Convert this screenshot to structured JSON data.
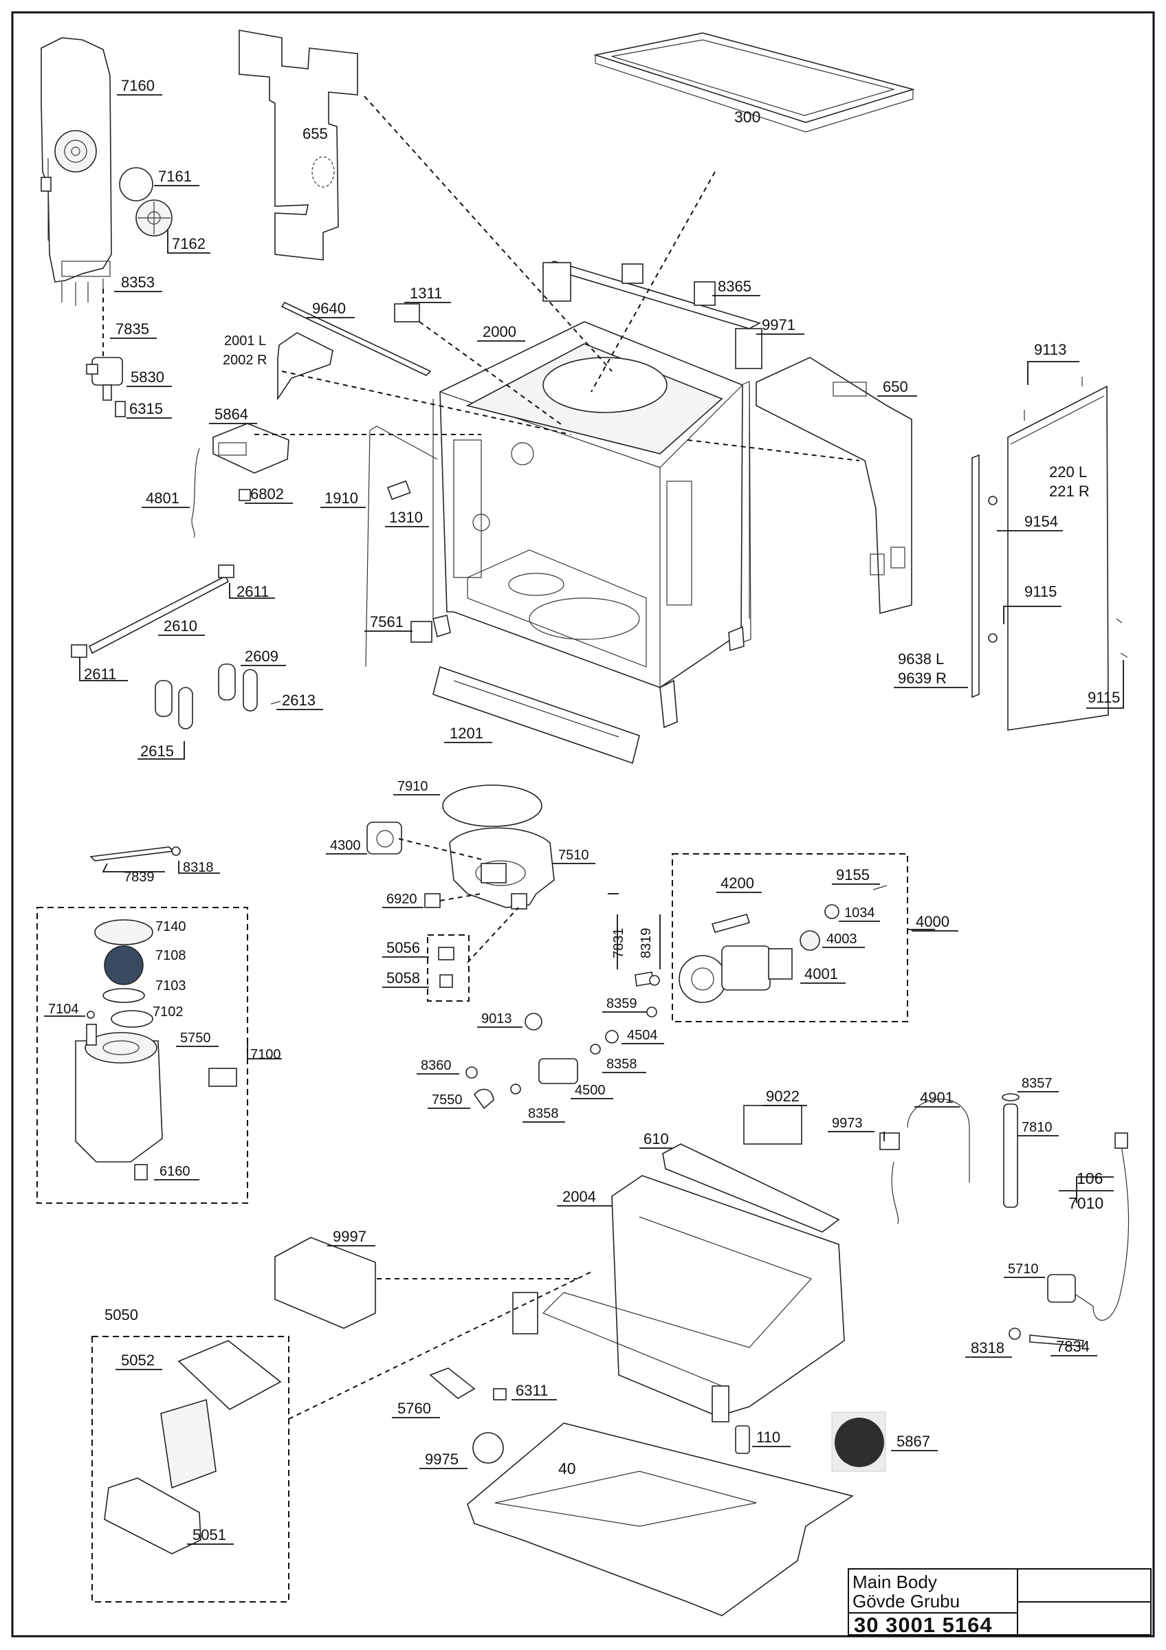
{
  "title_block": {
    "name_en": "Main Body",
    "name_tr": "Gövde Grubu",
    "code": "30 3001 5164"
  },
  "parts": {
    "p7160": "7160",
    "p7161": "7161",
    "p7162": "7162",
    "p8353": "8353",
    "p7835": "7835",
    "p5830": "5830",
    "p6315": "6315",
    "p655": "655",
    "p300": "300",
    "p1311": "1311",
    "p8365": "8365",
    "p9971": "9971",
    "p9640": "9640",
    "p2001": "2001 L",
    "p2002": "2002 R",
    "p2000": "2000",
    "p650": "650",
    "p9113": "9113",
    "p5864": "5864",
    "p4801": "4801",
    "p6802": "6802",
    "p1910": "1910",
    "p1310": "1310",
    "p220": "220 L",
    "p221": "221 R",
    "p9154": "9154",
    "p2611a": "2611",
    "p2610": "2610",
    "p2611b": "2611",
    "p2609": "2609",
    "p2613": "2613",
    "p2615": "2615",
    "p7561": "7561",
    "p9115a": "9115",
    "p9638": "9638 L",
    "p9639": "9639 R",
    "p9115b": "9115",
    "p1201": "1201",
    "p7910": "7910",
    "p4300": "4300",
    "p7510": "7510",
    "p7839": "7839",
    "p8318a": "8318",
    "p4200": "4200",
    "p9155": "9155",
    "p1034": "1034",
    "p4000": "4000",
    "p6920": "6920",
    "p7140": "7140",
    "p7108": "7108",
    "p7103": "7103",
    "p7104": "7104",
    "p7102": "7102",
    "p5750": "5750",
    "p7100": "7100",
    "p6160": "6160",
    "p5056": "5056",
    "p5058": "5058",
    "p7831": "7831",
    "p8319": "8319",
    "p4003": "4003",
    "p4001": "4001",
    "p8359": "8359",
    "p9013": "9013",
    "p4504": "4504",
    "p8358a": "8358",
    "p8360": "8360",
    "p4500": "4500",
    "p7550": "7550",
    "p8358b": "8358",
    "p9022": "9022",
    "p8357": "8357",
    "p4901": "4901",
    "p9973": "9973",
    "p7810": "7810",
    "p610": "610",
    "p106": "106",
    "p7010": "7010",
    "p2004": "2004",
    "p9997": "9997",
    "p5710": "5710",
    "p5050": "5050",
    "p5052": "5052",
    "p8318b": "8318",
    "p7834": "7834",
    "p6311": "6311",
    "p5760": "5760",
    "p110": "110",
    "p5867": "5867",
    "p9975": "9975",
    "p40": "40",
    "p5051": "5051"
  }
}
